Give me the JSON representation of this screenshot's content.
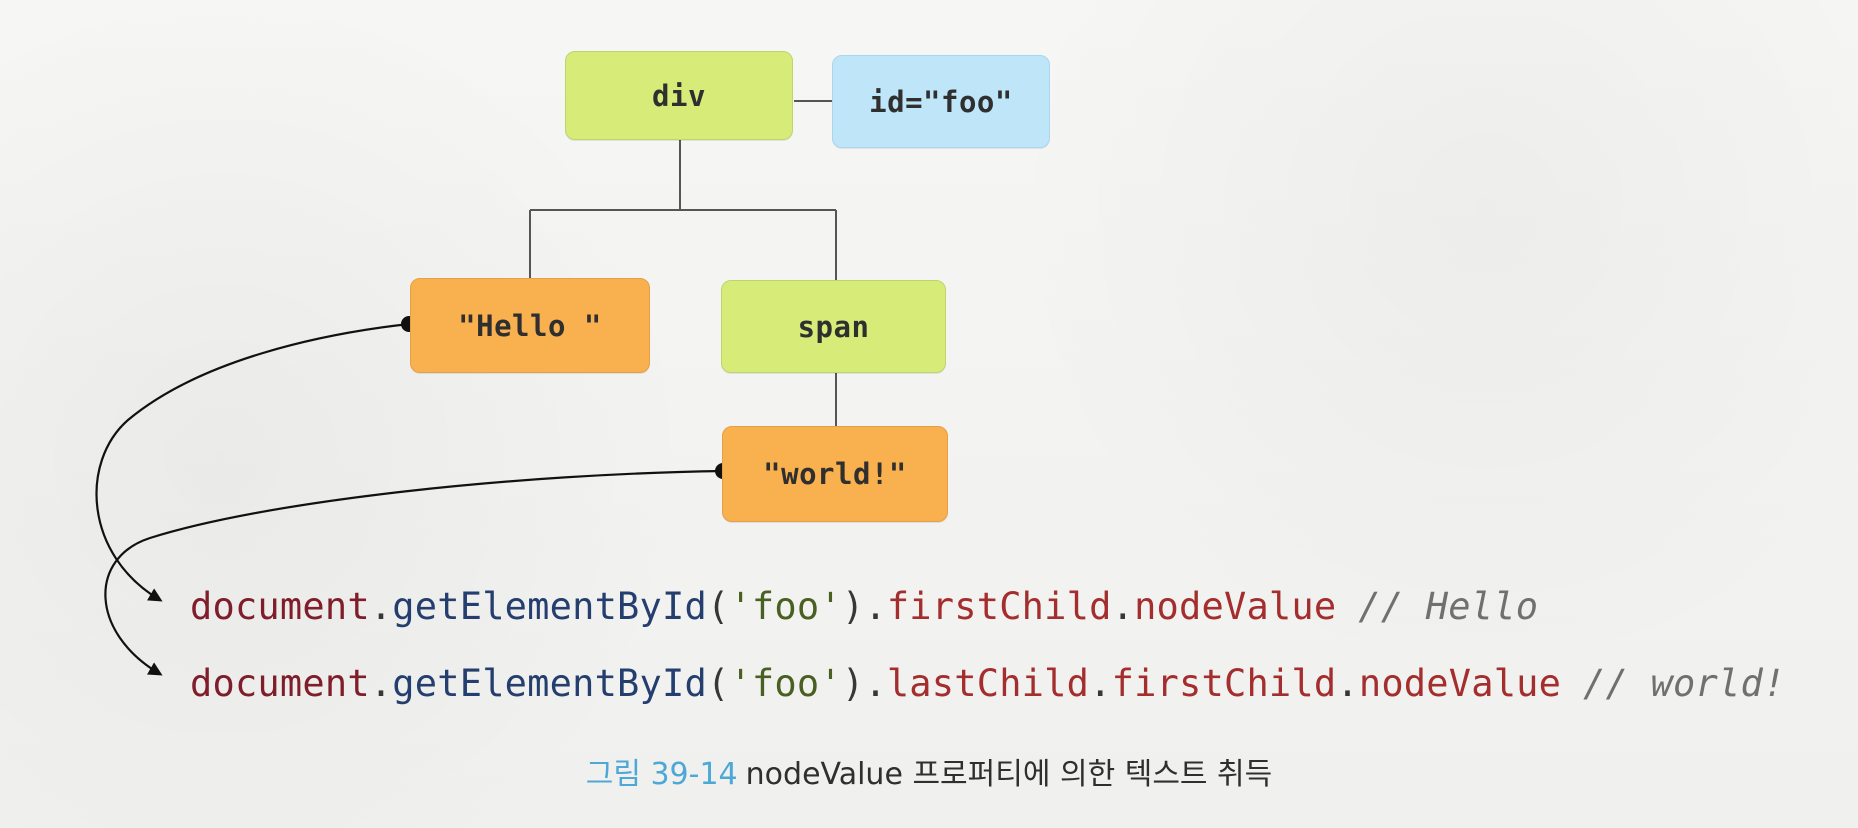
{
  "diagram": {
    "nodes": {
      "div": "div",
      "attribute": "id=\"foo\"",
      "hello": "\"Hello \"",
      "span": "span",
      "world": "\"world!\""
    },
    "code_lines": [
      {
        "object": "document",
        "dot1": ".",
        "method": "getElementById",
        "paren_open": "(",
        "argument": "'foo'",
        "paren_close": ")",
        "dot2": ".",
        "property1": "firstChild",
        "dot3": ".",
        "property2": "nodeValue",
        "comment": "// Hello"
      },
      {
        "object": "document",
        "dot1": ".",
        "method": "getElementById",
        "paren_open": "(",
        "argument": "'foo'",
        "paren_close": ")",
        "dot2": ".",
        "property1": "lastChild",
        "dot3": ".",
        "property2": "firstChild",
        "dot4": ".",
        "property3": "nodeValue",
        "comment": "// world!"
      }
    ],
    "caption": {
      "label": "그림 39-14",
      "text": "nodeValue 프로퍼티에 의한 텍스트 취득"
    }
  },
  "colors": {
    "element_node": "#d7ec78",
    "attribute_node": "#bfe6f8",
    "text_node": "#f9b04f",
    "caption_label": "#4da8d8",
    "code_object": "#7f1d2b",
    "code_method": "#243e6f",
    "code_property": "#a42d2d",
    "code_comment": "#707070"
  }
}
